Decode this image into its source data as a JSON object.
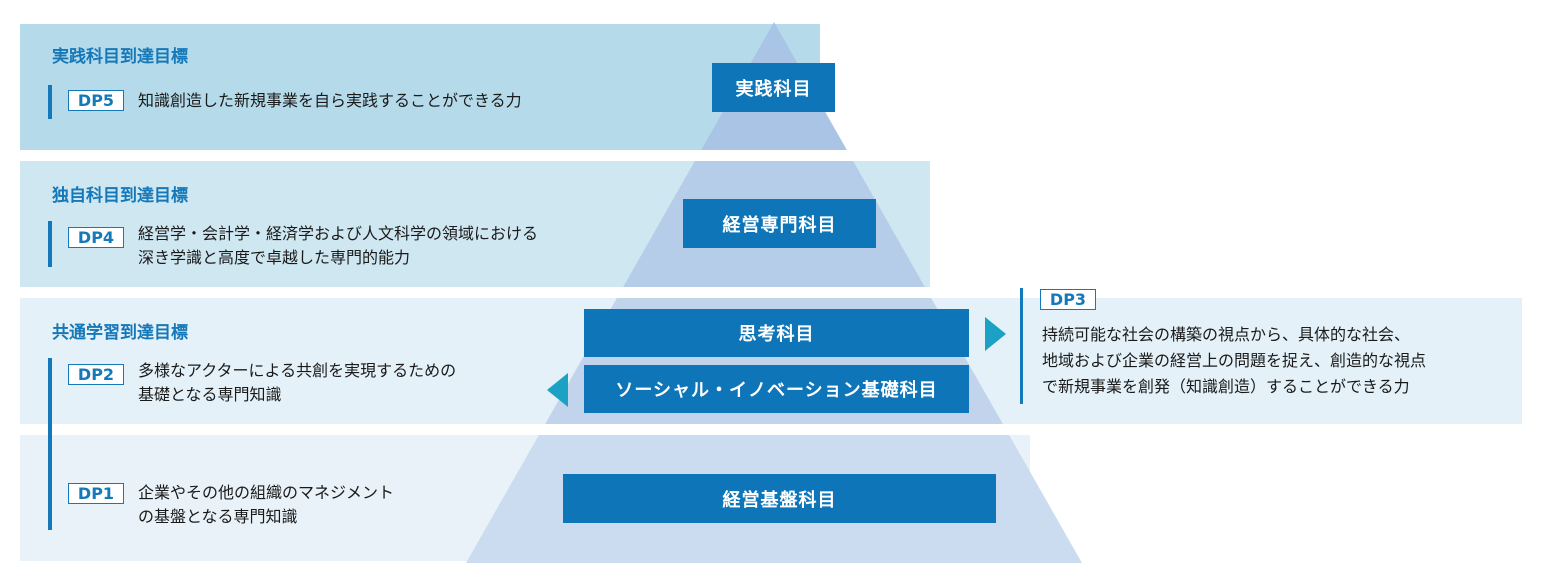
{
  "tiers": [
    {
      "heading": "実践科目到達目標",
      "dp": "DP5",
      "description": "知識創造した新規事業を自ら実践することができる力",
      "subject": "実践科目"
    },
    {
      "heading": "独自科目到達目標",
      "dp": "DP4",
      "description": "経営学・会計学・経済学および人文科学の領域における\n深き学識と高度で卓越した専門的能力",
      "subject": "経営専門科目"
    },
    {
      "heading": "共通学習到達目標",
      "dp": "DP2",
      "description": "多様なアクターによる共創を実現するための\n基礎となる専門知識",
      "subjects": [
        "思考科目",
        "ソーシャル・イノベーション基礎科目"
      ],
      "side": {
        "dp": "DP3",
        "description": "持続可能な社会の構築の視点から、具体的な社会、\n地域および企業の経営上の問題を捉え、創造的な視点\nで新規事業を創発（知識創造）することができる力"
      }
    },
    {
      "dp": "DP1",
      "description": "企業やその他の組織のマネジメント\nの基盤となる専門知識",
      "subject": "経営基盤科目"
    }
  ],
  "colors": {
    "accent": "#1578b9",
    "subject_box": "#0e76b8",
    "band1": "#b5dbea",
    "band2": "#cfe7f1",
    "band3": "#e4f1f8",
    "band4": "#e8f2f8",
    "pyramid": "#b2c8e6"
  }
}
